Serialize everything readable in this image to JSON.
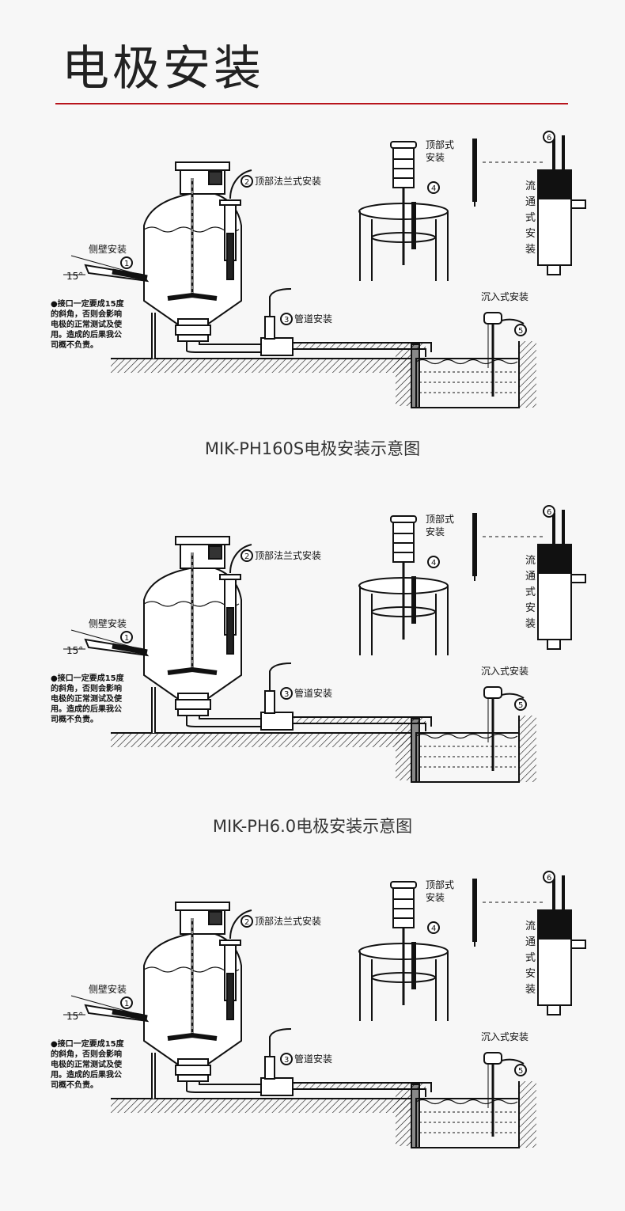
{
  "page": {
    "title": "电极安装"
  },
  "labels": {
    "side_wall": "侧壁安装",
    "angle": "15°",
    "flange": "顶部法兰式安装",
    "pipe": "管道安装",
    "top1": "顶部式",
    "top2": "安装",
    "submerged": "沉入式安装",
    "flow": [
      "流",
      "通",
      "式",
      "安",
      "装"
    ],
    "n1": "1",
    "n2": "2",
    "n3": "3",
    "n4": "4",
    "n5": "5",
    "n6": "6"
  },
  "note": [
    "●接口一定要成15度",
    "的斜角，否则会影响",
    "电极的正常测试及使",
    "用。造成的后果我公",
    "司概不负责。"
  ],
  "diagrams": [
    {
      "caption": "MIK-PH160S电极安装示意图"
    },
    {
      "caption": "MIK-PH6.0电极安装示意图"
    },
    {
      "caption": ""
    }
  ],
  "colors": {
    "accent_line": "#b8141c",
    "ink": "#111111",
    "background": "#f7f7f7"
  }
}
